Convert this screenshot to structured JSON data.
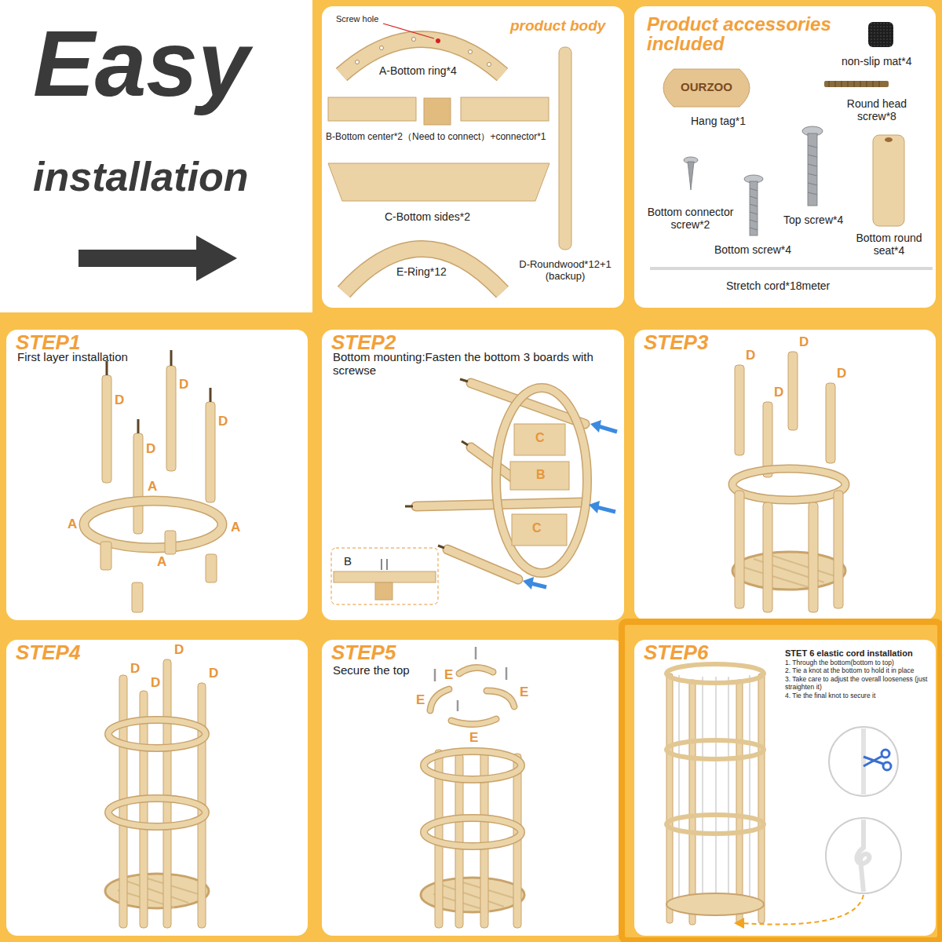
{
  "diagram": {
    "nodes": [
      {
        "text": [
          "Easy",
          "installation"
        ]
      },
      {
        "text": [
          "product body"
        ]
      },
      {
        "text": [
          "Product accessories included"
        ]
      },
      {
        "text": [
          "STEP1",
          "First layer installation"
        ]
      },
      {
        "text": [
          "STEP2",
          "Bottom mounting:Fasten the bottom 3 boards with screwse"
        ]
      },
      {
        "text": [
          "STEP3"
        ]
      },
      {
        "text": [
          "STEP4"
        ]
      },
      {
        "text": [
          "STEP5",
          "Secure the top"
        ]
      },
      {
        "text": [
          "STEP6"
        ]
      }
    ],
    "labels": [
      "Screw hole",
      "A-Bottom ring*4",
      "B-Bottom center*2（Need to connect）+connector*1",
      "C-Bottom sides*2",
      "E-Ring*12",
      "D-Roundwood*12+1 (backup)",
      "non-slip mat*4",
      "Hang tag*1",
      "Round head screw*8",
      "Bottom connector screw*2",
      "Top screw*4",
      "Bottom screw*4",
      "Bottom round seat*4",
      "Stretch cord*18meter",
      "OURZOO",
      "D",
      "D",
      "D",
      "D",
      "A",
      "A",
      "A",
      "A",
      "B",
      "C",
      "B",
      "C",
      "D",
      "D",
      "D",
      "D",
      "D",
      "D",
      "D",
      "D",
      "E",
      "E",
      "E",
      "E",
      "STET 6 elastic cord installation",
      "1. Through the bottom(bottom to top)",
      "2. Tie a knot at the bottom to hold it in place",
      "3. Take care to adjust the overall looseness (just straighten it)",
      "4. Tie the final knot to secure it"
    ]
  }
}
